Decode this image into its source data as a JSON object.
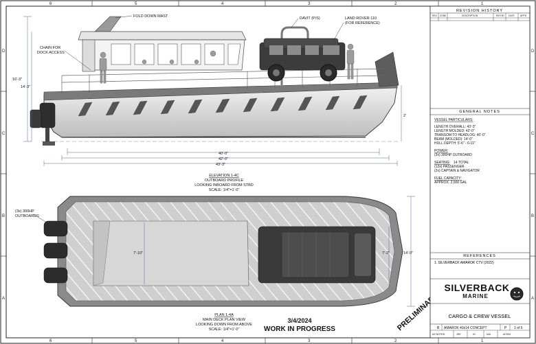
{
  "border": {
    "cols_top": [
      "6",
      "5",
      "4",
      "3",
      "2",
      "1"
    ],
    "rows_left": [
      "D",
      "C",
      "B",
      "A"
    ]
  },
  "elevation": {
    "labels": {
      "mast": "FOLD DOWN MAST",
      "davit": "DAVIT (P/S)",
      "land_rover_1": "LAND ROVER 110",
      "land_rover_2": "(FOR REFERENCE)",
      "chain_1": "CHAIN FOR",
      "chain_2": "DOCK ACCESS"
    },
    "dims": {
      "height_overall": "16'-3\"",
      "height_hull": "14'-3\"",
      "draft": "2'",
      "transom_to_headlog": "40'-0\"",
      "length_molded": "42'-0\"",
      "length_overall": "43'-3\""
    },
    "caption": {
      "title": "ELEVATION 1-4C",
      "line1": "OUTBOARD PROFILE",
      "line2": "LOOKING INBOARD FROM STBD",
      "line3": "SCALE: 1/4\"=1'-0\""
    }
  },
  "plan": {
    "labels": {
      "outboards_1": "(3x) 300HP",
      "outboards_2": "OUTBOARDS"
    },
    "dims": {
      "cabin_width": "7'-10\"",
      "vehicle_width": "7'-2\"",
      "beam": "14'-0\""
    },
    "caption": {
      "title": "PLAN 1-4A",
      "line1": "MAIN DECK PLAN VIEW",
      "line2": "LOOKING DOWN FROM ABOVE",
      "line3": "SCALE: 1/4\"=1'-0\""
    }
  },
  "stamp": {
    "date": "3/4/2024",
    "status": "WORK IN PROGRESS",
    "preliminary": "PRELIMINARY"
  },
  "title_block": {
    "revision_header": "REVISION HISTORY",
    "revision_cols": [
      "REV",
      "ZONE",
      "DESCRIPTION",
      "REV BY",
      "DATE",
      "APPD"
    ],
    "general_notes_header": "GENERAL NOTES",
    "notes": [
      {
        "heading": "VESSEL PARTICULARS:",
        "lines": [
          "LENGTH OVERALL: 43'-3\"",
          "LENGTH MOLDED: 42'-0\"",
          "TRANSOM TO HEADLOG: 40'-0\"",
          "BEAM (MOLDED): 14'-0\"",
          "HULL DEPTH: 5'-6\" - 6-11\""
        ]
      },
      {
        "heading": "POWER:",
        "lines": [
          "(3x) 300HP OUTBOARD"
        ]
      },
      {
        "heading": "SEATING:",
        "lines": [
          "14 TOTAL",
          "(12x) PASSENGER",
          "(2x) CAPTAIN & NAVIGATOR"
        ]
      },
      {
        "heading": "FUEL CAPACITY:",
        "lines": [
          "APPROX. 2,000 GAL"
        ]
      }
    ],
    "references_header": "REFERENCES",
    "references": [
      "1. SILVERBACK AMAROK CTV (2022)"
    ],
    "logo_line1": "SILVERBACK",
    "logo_line2": "MARINE",
    "drawing_title": "CARGO & CREW VESSEL",
    "size": "B",
    "drawing_name": "AMAROK 40x14 CONCEPT",
    "rev": "P",
    "sheet": "1 of 6",
    "small_row": [
      "AS NOTED",
      "JSE",
      "IG",
      "N/A",
      "#CS04"
    ]
  },
  "colors": {
    "hull_dark": "#6b6b6b",
    "deck_light": "#d9d9d9",
    "line": "#333333",
    "dim_line": "#5a5aa8"
  }
}
